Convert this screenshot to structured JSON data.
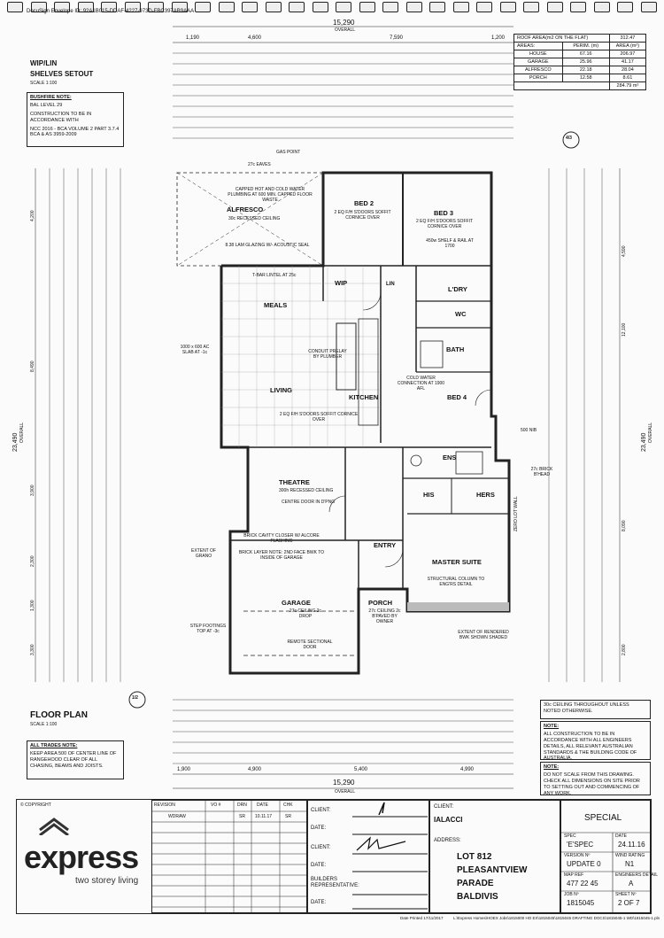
{
  "header": {
    "envelope_id": "DocuSign Envelope ID: 92A1B015-DDAF-4227-973D-FBC397AB9AAA",
    "overall_top": "15,290",
    "overall_label": "OVERALL",
    "dims_top_row1": [
      "1,190",
      "4,600",
      "7,590",
      "1,200"
    ],
    "wip_title": "WIP/LIN",
    "wip_subtitle": "SHELVES SETOUT",
    "wip_scale": "SCALE 1:100"
  },
  "area_table": {
    "title": "ROOF AREA(m2 ON THE FLAT)",
    "title_value": "312.47",
    "areas_label": "AREAS:",
    "col_perim": "PERIM. (m)",
    "col_area": "AREA (m²)",
    "rows": [
      {
        "name": "HOUSE",
        "perim": "67.16",
        "area": "206.97"
      },
      {
        "name": "GARAGE",
        "perim": "25.96",
        "area": "41.17"
      },
      {
        "name": "ALFRESCO",
        "perim": "22.18",
        "area": "28.04"
      },
      {
        "name": "PORCH",
        "perim": "12.58",
        "area": "8.61"
      }
    ],
    "total": "284.79 m²"
  },
  "bushfire": {
    "heading": "BUSHFIRE NOTE:",
    "lines": [
      "BAL LEVEL 29",
      "CONSTRUCTION TO BE IN ACCORDANCE WITH",
      "NCC 2016 - BCA VOLUME 2 PART 3.7.4 BCA & AS 3959-2009"
    ]
  },
  "rooms": {
    "alfresco": "ALFRESCO",
    "meals": "MEALS",
    "living": "LIVING",
    "kitchen": "KITCHEN",
    "bed2": "BED 2",
    "bed3": "BED 3",
    "bed4": "BED 4",
    "wip": "WIP",
    "lin": "LIN",
    "ldry": "L'DRY",
    "wc": "WC",
    "bath": "BATH",
    "theatre": "THEATRE",
    "ens": "ENS",
    "his": "HIS",
    "hers": "HERS",
    "entry": "ENTRY",
    "master": "MASTER SUITE",
    "garage": "GARAGE",
    "porch": "PORCH"
  },
  "room_notes": {
    "alfresco": "CAPPED HOT AND COLD WATER PLUMBING AT 600 MIN. CAPPED FLOOR WASTE",
    "alfresco2": "30c RECESSED CEILING",
    "glazing": "8.38 LAM GLAZING W/- ACOUSTIC SEAL",
    "meals_lintel": "T-BAR LINTEL AT 25c",
    "conduit": "CONDUIT PRELAY BY PLUMBER",
    "bed2_note": "2 EQ F/H S'DOORS SOFFIT CORNICE OVER",
    "bed3_note": "2 EQ F/H S'DOORS SOFFIT CORNICE OVER",
    "shelf": "450w SHELF & RAIL AT 1700",
    "kitchen_note": "2 EQ F/H S'DOORS SOFFIT CORNICE OVER",
    "cold_water": "COLD WATER CONNECTION AT 1900 AFL",
    "theatre_note": "300h RECESSED CEILING",
    "centre_door": "CENTRE DOOR IN D'PNG",
    "brick_cavity": "BRICK CAVITY CLOSER W/ ALCORE FLASHING",
    "brick_layer": "BRICK LAYER NOTE: 2ND FACE BWK TO INSIDE OF GARAGE",
    "garage_ceiling": "27c CEILING 2c DROP",
    "remote": "REMOTE SECTIONAL DOOR",
    "porch_note": "27c CEILING 2c B'PAVED BY OWNER",
    "master_note": "STRUCTURAL COLUMN TO ENG'RS DETAIL",
    "gas_point": "GAS POINT",
    "eaves": "27c EAVES",
    "acslab": "1000 x 600 AC SLAB AT -1c",
    "step_footings": "STEP FOOTINGS TOP AT -3c",
    "extent_grano": "EXTENT OF GRANO",
    "rendered": "EXTENT OF RENDERED BWK SHOWN SHADED",
    "zero_lot": "ZERO LOT WALL",
    "brick_bhead": "27c BRICK B'HEAD",
    "nib500": "500 NIB"
  },
  "floor_plan": {
    "title": "FLOOR PLAN",
    "scale": "SCALE 1:100",
    "overall_bottom": "15,290",
    "overall_label": "OVERALL",
    "dims_bottom": [
      "1,900",
      "4,900",
      "5,400",
      "4,990"
    ],
    "left_overall": "23,490",
    "right_overall": "23,490",
    "left_dims": [
      "4,200",
      "8,490",
      "3,900",
      "2,300",
      "1,300",
      "3,300"
    ],
    "right_dims": [
      "4,590",
      "12,100",
      "8,090",
      "2,800"
    ]
  },
  "trades_note": {
    "heading": "ALL TRADES NOTE:",
    "text": "KEEP AREA 500 OF CENTER LINE OF RANGEHOOD CLEAR OF ALL CHASING, BEAMS AND JOISTS."
  },
  "right_notes": {
    "ceiling": "30c CEILING THROUGHOUT UNLESS NOTED OTHERWISE.",
    "note1_heading": "NOTE:",
    "note1": "ALL CONSTRUCTION TO BE IN ACCORDANCE WITH ALL ENGINEERS DETAILS, ALL RELEVANT AUSTRALIAN STANDARDS & THE BUILDING CODE OF AUSTRALIA.",
    "note2_heading": "NOTE:",
    "note2": "DO NOT SCALE FROM THIS DRAWING. CHECK ALL DIMENSIONS ON SITE PRIOR TO SETTING OUT AND COMMENCING OF ANY WORK."
  },
  "title_block": {
    "copyright": "© COPYRIGHT",
    "brand": "express",
    "brand_sub": "two storey living",
    "rev_headers": [
      "REVISION",
      "VO #",
      "DRN",
      "DATE",
      "CHK"
    ],
    "rev_row": [
      "WDRAW",
      "",
      "SR",
      "10.11.17",
      "SR"
    ],
    "client_label": "CLIENT:",
    "date_label": "DATE:",
    "builders_rep": "BUILDERS REPRESENTATIVE:",
    "client_field_label": "CLIENT:",
    "client_name": "IALACCI",
    "address_label": "ADDRESS:",
    "address": [
      "LOT 812",
      "PLEASANTVIEW",
      "PARADE",
      "BALDIVIS"
    ],
    "special": "SPECIAL",
    "spec_label": "SPEC",
    "spec_value": "'E'SPEC",
    "date_small_label": "DATE",
    "date_value": "24.11.16",
    "version_label": "VERSION Nº",
    "version_value": "UPDATE 0",
    "wind_label": "WIND RATING",
    "wind_value": "N1",
    "map_label": "MAP REF",
    "map_value": "477 22 45",
    "eng_label": "ENGINEERS DETAIL",
    "eng_value": "A",
    "job_label": "JOB Nº",
    "job_value": "1815045",
    "sheet_label": "SHEET Nº",
    "sheet_value": "2 OF 7"
  },
  "footer": {
    "printed": "Date Printed 17/11/2017",
    "path": "L:\\Express Homes\\HOEX Jobs\\1815000 HO EX\\1815045\\1815045 DRAFTING DOCS\\1815045-1 WD\\1815045-1.pln"
  },
  "section_markers": [
    "1/2",
    "4/3"
  ]
}
